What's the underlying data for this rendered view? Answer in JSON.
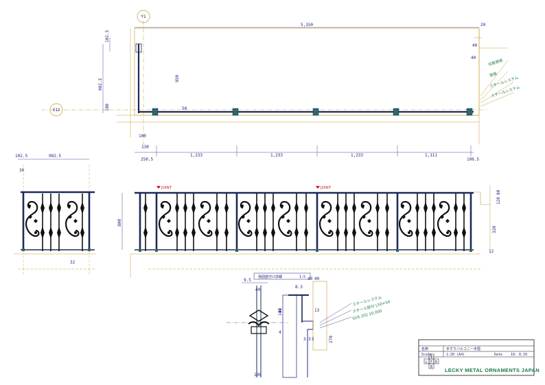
{
  "plan": {
    "axis_y1": "Y1",
    "axis_x12": "X12",
    "top_length": "5,150",
    "top_right": "20",
    "left_dims": [
      "102.5",
      "982.5",
      "100"
    ],
    "inner_depth": "950",
    "small_50": "50",
    "right_dims": [
      "40",
      "40"
    ],
    "under_dims": [
      "130",
      "100"
    ],
    "span_start": "250.5",
    "span_end": "106.5",
    "spans": [
      "1,233",
      "1,233",
      "1,233",
      "1,111"
    ],
    "wall_notes": [
      "化粧鉄板",
      "鉄板",
      "スチールシステム",
      "スチールシステム"
    ]
  },
  "side": {
    "top_dims": [
      "102.5",
      "982.5"
    ],
    "small": "30",
    "bottom": "32"
  },
  "elev": {
    "joint_label": "JOINT",
    "height": "800",
    "right_dims": [
      "120",
      "80",
      "320"
    ],
    "bottom_right": "12"
  },
  "detail": {
    "title": "強固壁付け詳細",
    "scale": "1:5",
    "dims": [
      "40",
      "40",
      "9.5",
      "140",
      "13",
      "40",
      "3.5",
      "5",
      "270",
      "8.3",
      "92",
      "4",
      "100"
    ],
    "notes": [
      "スチールシステム",
      "スチール部分 L50×50",
      "SUS 202 10.000"
    ]
  },
  "title_block": {
    "row1": "",
    "row2_label": "名称",
    "row2_value": "手すりバルコニー手摺",
    "row3_label": "Scale",
    "row3_value": "1:20 (A4)",
    "row3_right": "Date",
    "row3_right_value": "19. 8.10",
    "proj": [
      "L",
      "F",
      "R",
      "B",
      "T"
    ],
    "company": "LECKY METAL ORNAMENTS JAPAN"
  }
}
